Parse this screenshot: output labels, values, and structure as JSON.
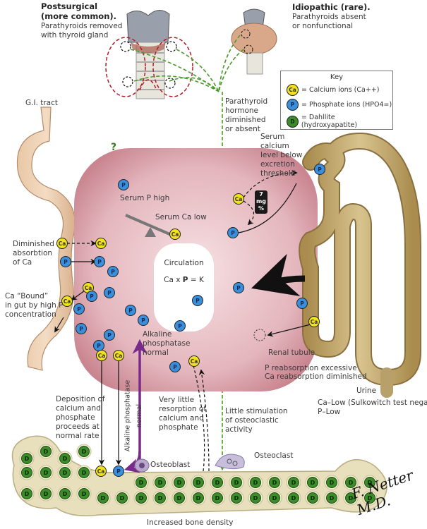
{
  "top_left": {
    "title_line1": "Postsurgical",
    "title_line2": "(more common).",
    "desc_line1": "Parathyroids removed",
    "desc_line2": "with thyroid gland"
  },
  "top_right": {
    "title": "Idiopathic (rare).",
    "desc_line1": "Parathyroids absent",
    "desc_line2": "or nonfunctional"
  },
  "key": {
    "title": "Key",
    "items": [
      {
        "symbol": "Ca",
        "label": "= Calcium ions (Ca++)",
        "color": "#f2e21c"
      },
      {
        "symbol": "P",
        "label": "= Phosphate ions (HPO4=)",
        "color": "#3a8fdc"
      },
      {
        "symbol": "D",
        "label": "= Dahllite (hydroxyapatite)",
        "color": "#3c8d2a"
      }
    ]
  },
  "labels": {
    "gi_tract": "G.I. tract",
    "question_mark": "?",
    "pth_1": "Parathyroid",
    "pth_2": "hormone",
    "pth_3": "diminished",
    "pth_4": "or absent",
    "serum_ca_1": "Serum",
    "serum_ca_2": "calcium",
    "serum_ca_3": "level below",
    "serum_ca_4": "excretion",
    "serum_ca_5": "threshold",
    "mg_value": "7",
    "mg_unit1": "mg",
    "mg_unit2": "%",
    "serum_p_high": "Serum P high",
    "serum_ca_low": "Serum Ca low",
    "circulation": "Circulation",
    "equation_ca": "Ca x ",
    "equation_p": "P",
    "equation_k": " = K",
    "diminished_1": "Diminished",
    "diminished_2": "absorbtion",
    "diminished_3": "of Ca",
    "bound_1": "Ca “Bound”",
    "bound_2": "in gut by high P",
    "bound_3": "concentration",
    "alk_1": "Alkaline",
    "alk_2": "phosphatase",
    "alk_3": "normal",
    "alk_vertical_1": "Alkaline phosphatase",
    "alk_vertical_2": "normal",
    "renal_tubule": "Renal tubule",
    "reabs_1": "P reabsorption excessive",
    "reabs_2": "Ca reabsorption diminished",
    "urine": "Urine",
    "urine_ca": "Ca–Low (Sulkowitch test negative)",
    "urine_p": "P–Low",
    "deposition_1": "Deposition of",
    "deposition_2": "calcium and",
    "deposition_3": "phosphate",
    "deposition_4": "proceeds at",
    "deposition_5": "normal rate",
    "resorption_1": "Very little",
    "resorption_2": "resorption of",
    "resorption_3": "calcium and",
    "resorption_4": "phosphate",
    "stim_1": "Little stimulation",
    "stim_2": "of osteoclastic",
    "stim_3": "activity",
    "osteoblast": "Osteoblast",
    "osteoclast": "Osteoclast",
    "bone_density": "Increased bone density",
    "signature": "F. Netter M.D."
  },
  "ion_symbols": {
    "ca": "Ca",
    "p": "P",
    "d": "D"
  },
  "colors": {
    "circulation_pink": "#d9a0a8",
    "pth_dashed_green": "#4a9a2a",
    "parathyroid_outline_red": "#b01c2a",
    "alkaline_arrow_purple": "#7a2a8a",
    "kidney_tan": "#c8b07a",
    "bone_cream": "#e8e0bc"
  }
}
